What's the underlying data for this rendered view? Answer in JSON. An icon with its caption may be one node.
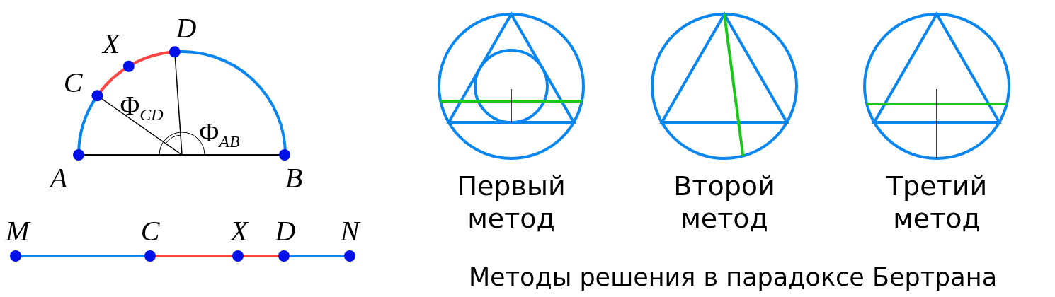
{
  "diagram": {
    "caption": "Методы решения в парадоксе Бертрана",
    "labels": [
      "D",
      "X",
      "C",
      "Φ$_{CD}$",
      "Φ$_{AB}$",
      "A",
      "B",
      "M",
      "C",
      "X",
      "D",
      "N",
      "Первый метод",
      "Второй метод",
      "Третий метод"
    ]
  }
}
